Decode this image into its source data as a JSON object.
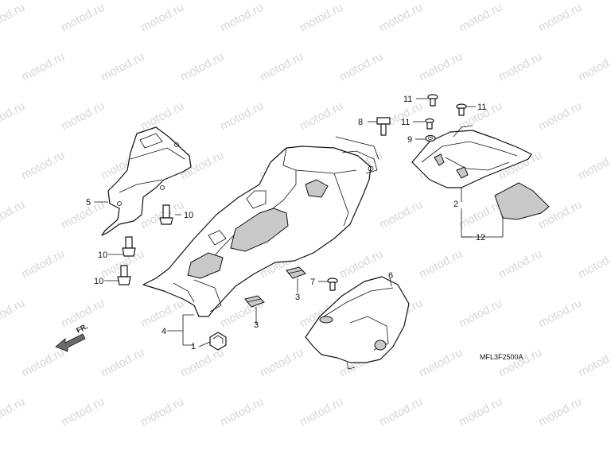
{
  "watermark": {
    "text": "motod.ru",
    "color": "#d6d6d6"
  },
  "diagram_code": "MFL3F2500A",
  "direction_label": "FR.",
  "callouts": [
    "1",
    "2",
    "3",
    "3",
    "4",
    "5",
    "6",
    "7",
    "8",
    "9",
    "10",
    "10",
    "10",
    "11",
    "11",
    "11",
    "12"
  ],
  "colors": {
    "line": "#111111",
    "shade": "#c9c9c9",
    "background": "#ffffff"
  }
}
